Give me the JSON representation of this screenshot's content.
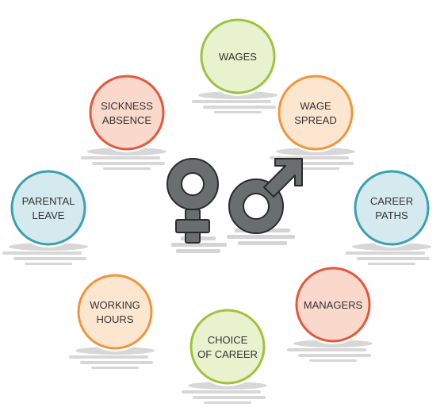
{
  "nodes": [
    {
      "id": "wages",
      "lines": [
        "WAGES"
      ],
      "stroke": "#9dc33b",
      "fill": "#e9f2cf"
    },
    {
      "id": "wage-spread",
      "lines": [
        "WAGE",
        "SPREAD"
      ],
      "stroke": "#f0953a",
      "fill": "#fde6cf"
    },
    {
      "id": "career-paths",
      "lines": [
        "CAREER",
        "PATHS"
      ],
      "stroke": "#3aa0b0",
      "fill": "#d4eaee"
    },
    {
      "id": "managers",
      "lines": [
        "MANAGERS"
      ],
      "stroke": "#e3583a",
      "fill": "#fad8cc"
    },
    {
      "id": "choice-of-career",
      "lines": [
        "CHOICE",
        "OF CAREER"
      ],
      "stroke": "#9dc33b",
      "fill": "#e9f2cf"
    },
    {
      "id": "working-hours",
      "lines": [
        "WORKING",
        "HOURS"
      ],
      "stroke": "#f0953a",
      "fill": "#fde6cf"
    },
    {
      "id": "parental-leave",
      "lines": [
        "PARENTAL",
        "LEAVE"
      ],
      "stroke": "#3aa0b0",
      "fill": "#d4eaee"
    },
    {
      "id": "sickness-absence",
      "lines": [
        "SICKNESS",
        "ABSENCE"
      ],
      "stroke": "#e3583a",
      "fill": "#fad8cc"
    }
  ],
  "center_symbols": {
    "icons": [
      "female-symbol-icon",
      "male-symbol-icon"
    ],
    "fill": "#6b6e6f",
    "stroke": "#2b2b2b"
  }
}
